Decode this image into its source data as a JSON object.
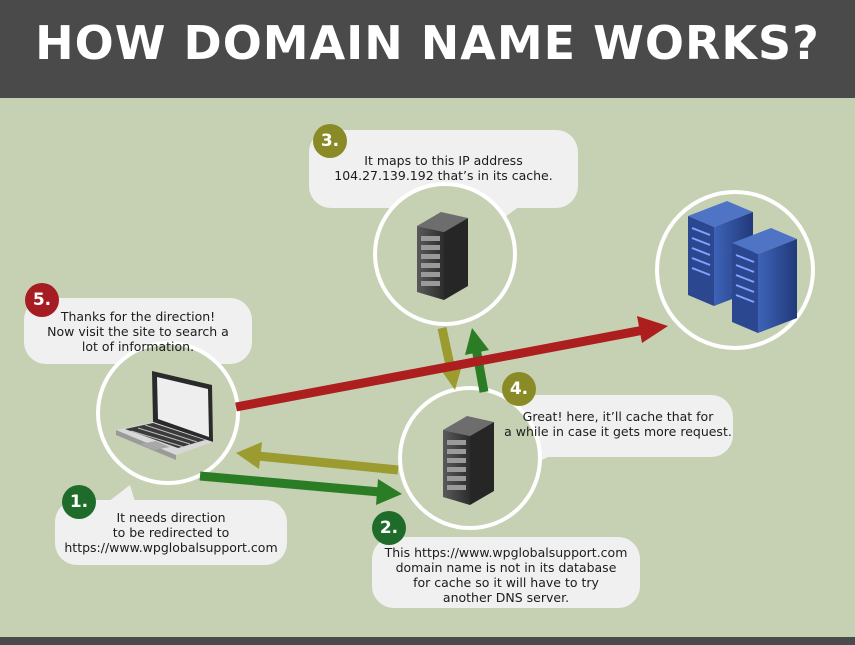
{
  "title": "HOW DOMAIN NAME WORKS?",
  "steps": [
    {
      "number": "1.",
      "text": "It needs direction\nto be redirected to\nhttps://www.wpglobalsupport.com"
    },
    {
      "number": "2.",
      "text": "This https://www.wpglobalsupport.com\ndomain name is not in its database\nfor cache so it will have to try\nanother DNS server."
    },
    {
      "number": "3.",
      "text": "It maps to this IP address\n104.27.139.192 that’s in its cache."
    },
    {
      "number": "4.",
      "text": "Great! here, it’ll cache that for\na while in case it gets more request."
    },
    {
      "number": "5.",
      "text": "Thanks for the direction!\nNow visit the site to search a\nlot of information."
    }
  ],
  "nodes": [
    {
      "name": "laptop",
      "icon": "laptop-icon"
    },
    {
      "name": "local-dns-server",
      "icon": "server-icon"
    },
    {
      "name": "remote-dns-server",
      "icon": "server-icon"
    },
    {
      "name": "website-host",
      "icon": "server-rack-icon"
    }
  ],
  "colors": {
    "header": "#4a4a4a",
    "background": "#c6d1b4",
    "step_green": "#1f6b2a",
    "step_olive": "#8a8a26",
    "step_red": "#a51c22",
    "arrow_green": "#2a7d25",
    "arrow_olive": "#9b9b2f",
    "arrow_red": "#ad1f1f",
    "server_blue": "#2b4a96"
  }
}
